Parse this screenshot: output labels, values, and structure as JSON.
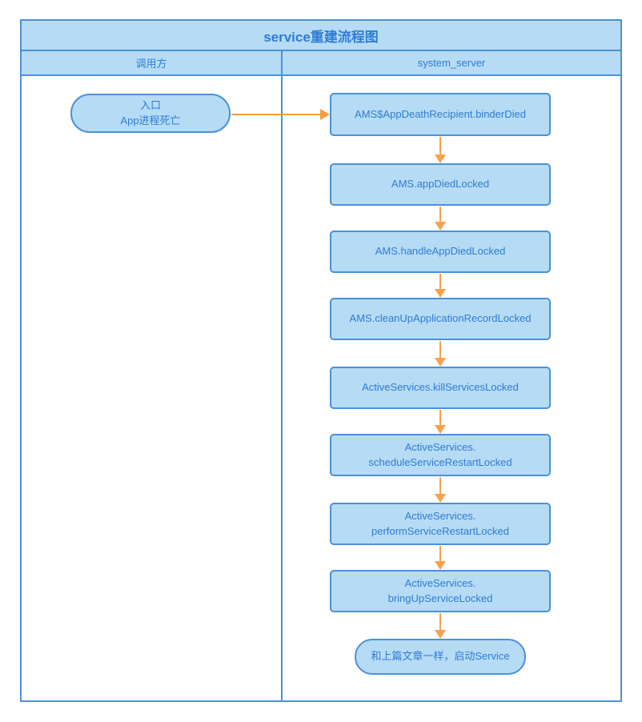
{
  "page": {
    "title": "service重建流程图"
  },
  "colors": {
    "line_blue": "#4a91d9",
    "fill_blue": "#b6dbf4",
    "text_blue": "#2e7cd4",
    "arrow_orange": "#f6a24c",
    "background": "#ffffff"
  },
  "lanes": [
    {
      "label": "调用方"
    },
    {
      "label": "system_server"
    }
  ],
  "flow": {
    "entry": {
      "shape": "stadium",
      "label": "入口\nApp进程死亡"
    },
    "steps": [
      {
        "label": "AMS$AppDeathRecipient.binderDied"
      },
      {
        "label": "AMS.appDiedLocked"
      },
      {
        "label": "AMS.handleAppDiedLocked"
      },
      {
        "label": "AMS.cleanUpApplicationRecordLocked"
      },
      {
        "label": "ActiveServices.killServicesLocked"
      },
      {
        "label": "ActiveServices.\nscheduleServiceRestartLocked"
      },
      {
        "label": "ActiveServices.\nperformServiceRestartLocked"
      },
      {
        "label": "ActiveServices.\nbringUpServiceLocked"
      }
    ],
    "terminal": {
      "shape": "stadium",
      "label": "和上篇文章一样，启动Service"
    }
  }
}
